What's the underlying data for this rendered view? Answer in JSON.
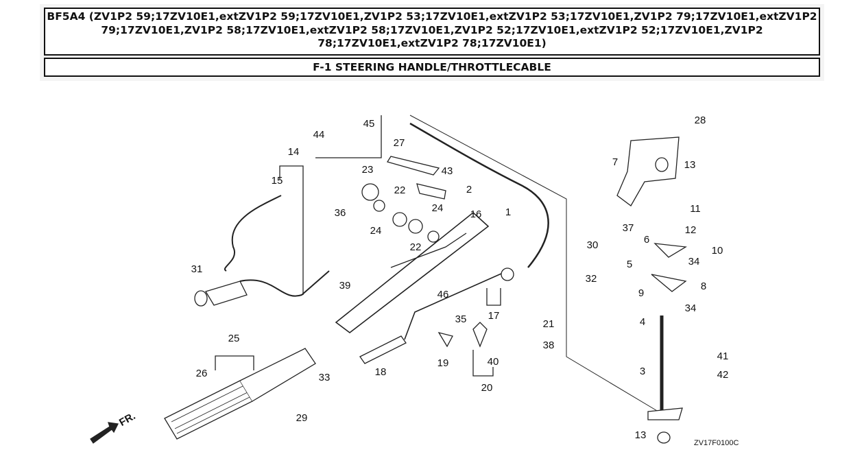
{
  "header": {
    "model_line": "BF5A4 (ZV1P2 59;17ZV10E1,extZV1P2 59;17ZV10E1,ZV1P2 53;17ZV10E1,extZV1P2 53;17ZV10E1,ZV1P2 79;17ZV10E1,extZV1P2 79;17ZV10E1,ZV1P2 58;17ZV10E1,extZV1P2 58;17ZV10E1,ZV1P2 52;17ZV10E1,extZV1P2 52;17ZV10E1,ZV1P2 78;17ZV10E1,extZV1P2 78;17ZV10E1)",
    "section_title": "F-1 STEERING HANDLE/THROTTLECABLE"
  },
  "diagram": {
    "callouts": [
      "45",
      "44",
      "27",
      "43",
      "23",
      "2",
      "22",
      "24",
      "36",
      "24",
      "22",
      "16",
      "1",
      "14",
      "15",
      "31",
      "39",
      "46",
      "17",
      "35",
      "21",
      "19",
      "18",
      "40",
      "38",
      "20",
      "25",
      "26",
      "33",
      "29",
      "28",
      "7",
      "13",
      "11",
      "12",
      "37",
      "6",
      "10",
      "30",
      "5",
      "34",
      "32",
      "8",
      "9",
      "34",
      "4",
      "41",
      "3",
      "42",
      "13"
    ],
    "front_arrow_label": "FR.",
    "drawing_code": "ZV17F0100C"
  }
}
